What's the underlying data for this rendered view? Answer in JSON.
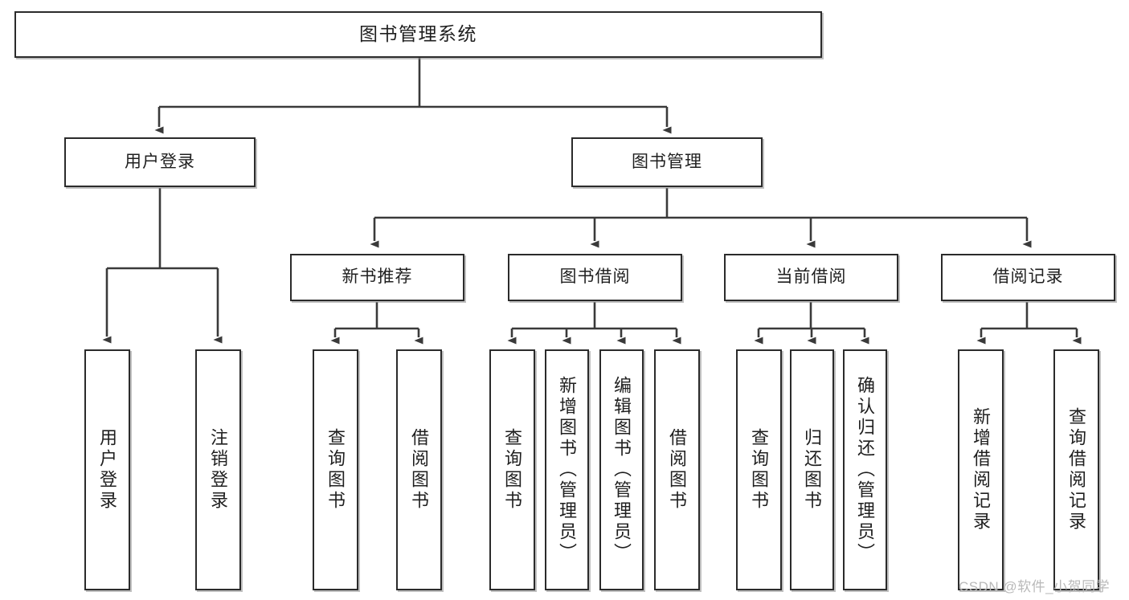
{
  "diagram": {
    "type": "tree",
    "title": "图书管理系统",
    "root": {
      "label": "图书管理系统"
    },
    "level2": [
      {
        "label": "用户登录"
      },
      {
        "label": "图书管理"
      }
    ],
    "level3": [
      {
        "label": "新书推荐"
      },
      {
        "label": "图书借阅"
      },
      {
        "label": "当前借阅"
      },
      {
        "label": "借阅记录"
      }
    ],
    "leaves": {
      "user_login": [
        {
          "label": "用户登录"
        },
        {
          "label": "注销登录"
        }
      ],
      "new_book_recommend": [
        {
          "label": "查询图书"
        },
        {
          "label": "借阅图书"
        }
      ],
      "book_borrow": [
        {
          "label": "查询图书"
        },
        {
          "label": "新增图书（管理员）"
        },
        {
          "label": "编辑图书（管理员）"
        },
        {
          "label": "借阅图书"
        }
      ],
      "current_borrow": [
        {
          "label": "查询图书"
        },
        {
          "label": "归还图书"
        },
        {
          "label": "确认归还（管理员）"
        }
      ],
      "borrow_record": [
        {
          "label": "新增借阅记录"
        },
        {
          "label": "查询借阅记录"
        }
      ]
    }
  },
  "watermark": {
    "text": "CSDN @软件_小贺同学"
  },
  "colors": {
    "border": "#2b2b2b",
    "background": "#ffffff",
    "text": "#1f1f1f",
    "connector": "#3a3a3a",
    "watermark": "#b9b9b9"
  }
}
